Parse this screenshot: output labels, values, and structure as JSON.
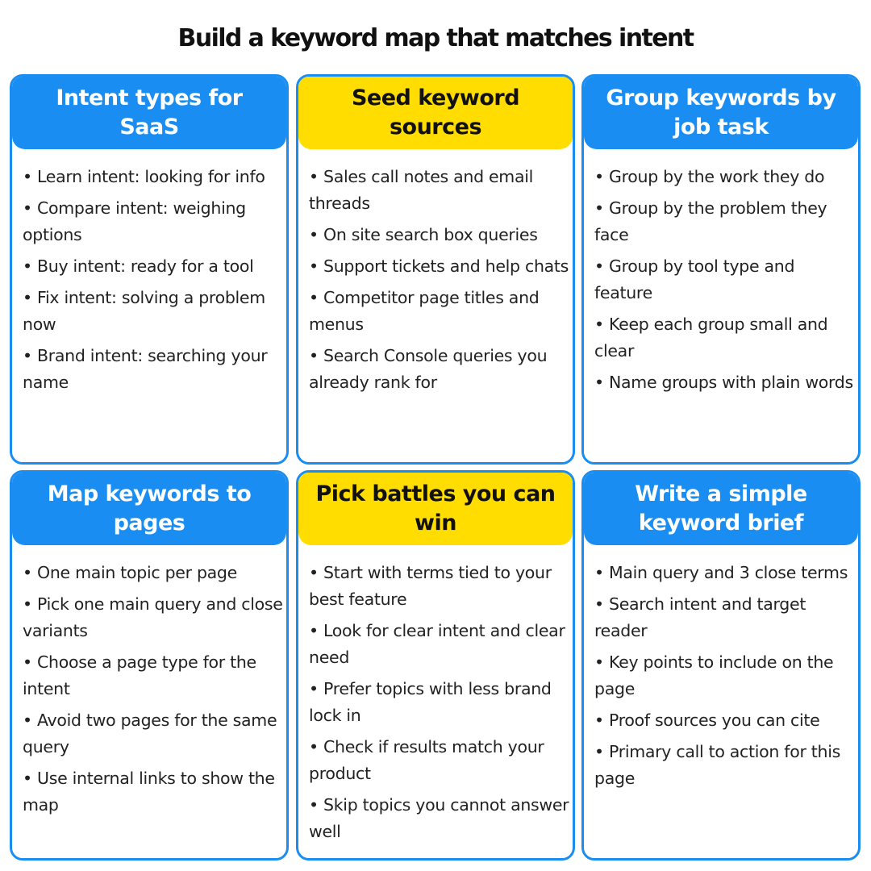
{
  "title": "Build a keyword map that matches intent",
  "colors": {
    "accent_blue": "#1a8df2",
    "accent_yellow": "#ffdd00",
    "text_dark": "#111111"
  },
  "cards": [
    {
      "title": "Intent types for SaaS",
      "items": [
        "• Learn intent: looking for info",
        "• Compare intent: weighing options",
        "• Buy intent: ready for a tool",
        "• Fix intent: solving a problem now",
        "• Brand intent: searching your name"
      ]
    },
    {
      "title": "Seed keyword sources",
      "items": [
        "• Sales call notes and email threads",
        "• On site search box queries",
        "• Support tickets and help chats",
        "• Competitor page titles and menus",
        "• Search Console queries you already rank for"
      ]
    },
    {
      "title": "Group keywords by job task",
      "items": [
        "• Group by the work they do",
        "• Group by the problem they face",
        "• Group by tool type and feature",
        "• Keep each group small and clear",
        "• Name groups with plain words"
      ]
    },
    {
      "title": "Map keywords to pages",
      "items": [
        "• One main topic per page",
        "• Pick one main query and close variants",
        "• Choose a page type for the intent",
        "• Avoid two pages for the same query",
        "• Use internal links to show the map"
      ]
    },
    {
      "title": "Pick battles you can win",
      "items": [
        "• Start with terms tied to your best feature",
        "• Look for clear intent and clear need",
        "• Prefer topics with less brand lock in",
        "• Check if results match your product",
        "• Skip topics you cannot answer well"
      ]
    },
    {
      "title": "Write a simple keyword brief",
      "items": [
        "• Main query and 3 close terms",
        "• Search intent and target reader",
        "• Key points to include on the page",
        "• Proof sources you can cite",
        "• Primary call to action for this page"
      ]
    }
  ]
}
